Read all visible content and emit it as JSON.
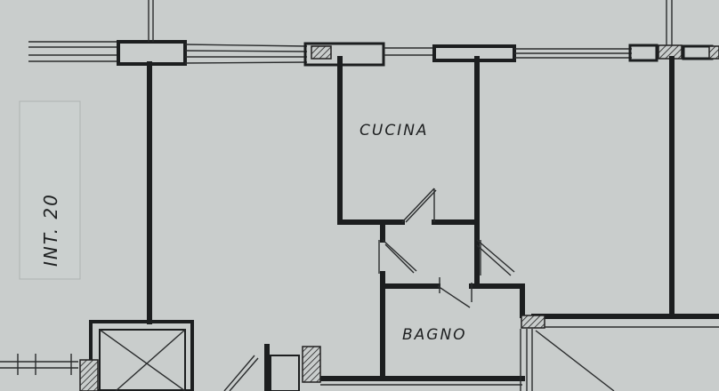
{
  "plan": {
    "rooms": {
      "kitchen": "CUCINA",
      "bathroom": "BAGNO"
    },
    "unit_label": "INT. 20"
  },
  "colors": {
    "background": "#c9cdcc",
    "ink": "#1c1e1f",
    "label_panel": "#cbd0cf"
  }
}
